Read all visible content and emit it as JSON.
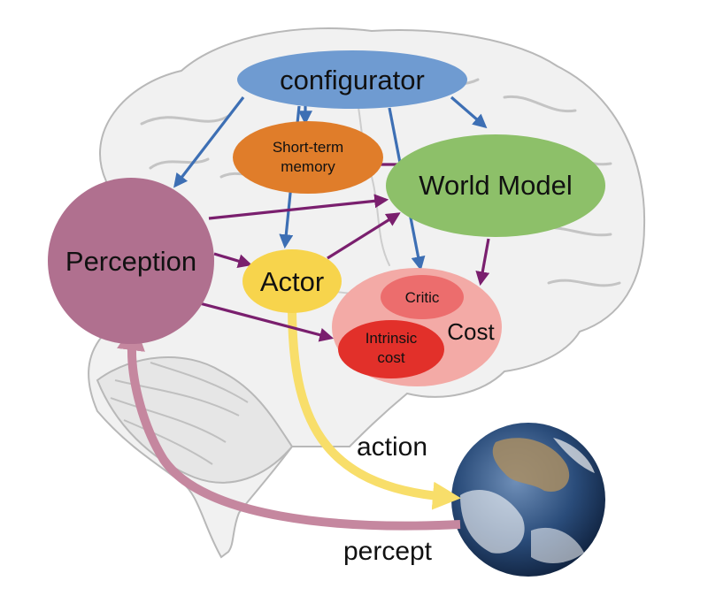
{
  "nodes": {
    "configurator": {
      "label": "configurator",
      "color": "#6f9bd1"
    },
    "short_term_memory": {
      "line1": "Short-term",
      "line2": "memory",
      "color": "#e07d2a"
    },
    "world_model": {
      "label": "World Model",
      "color": "#8dc069"
    },
    "perception": {
      "label": "Perception",
      "color": "#b0708f"
    },
    "actor": {
      "label": "Actor",
      "color": "#f7d44c"
    },
    "cost": {
      "label": "Cost",
      "color": "#f3aaa6"
    },
    "critic": {
      "label": "Critic",
      "color": "#ec6d6d"
    },
    "intrinsic_cost": {
      "line1": "Intrinsic",
      "line2": "cost",
      "color": "#e2302a"
    }
  },
  "edges": {
    "action": {
      "label": "action",
      "color": "#f8de6a"
    },
    "percept": {
      "label": "percept",
      "color": "#c5879f"
    }
  },
  "arrow_colors": {
    "configurator": "#3d6fb4",
    "internal": "#7a1f6e"
  },
  "background": {
    "brain": "brain-illustration",
    "earth": "earth-globe"
  }
}
